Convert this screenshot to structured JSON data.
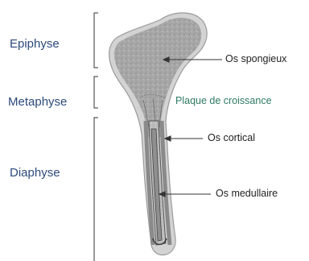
{
  "regions": {
    "epiphyse": "Epiphyse",
    "metaphyse": "Metaphyse",
    "diaphyse": "Diaphyse"
  },
  "callouts": {
    "spongy_bone": "Os spongieux",
    "growth_plate": "Plaque de croissance",
    "cortical_bone": "Os cortical",
    "medullary_bone": "Os medullaire"
  },
  "colors": {
    "region_text": "#2c4a7c",
    "growth_plate_text": "#2f7a63",
    "callout_text": "#222222",
    "bone_outer": "#cfcfcf",
    "bone_spongy": "#a9a9a9",
    "cortical": "#8d8d8d",
    "medullary": "#6f6f6f",
    "bracket": "#333333"
  }
}
